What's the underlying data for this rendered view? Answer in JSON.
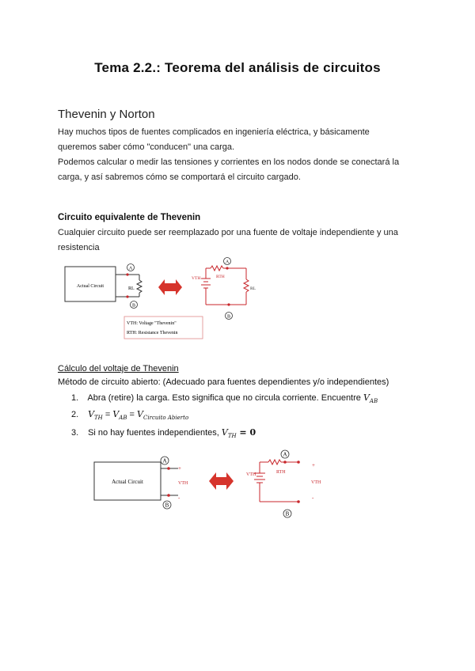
{
  "title": "Tema 2.2.: Teorema del análisis de circuitos",
  "section_heading": "Thevenin y Norton",
  "intro": {
    "line1": "Hay muchos tipos de fuentes complicados en ingeniería eléctrica, y básicamente",
    "line2": "queremos saber cómo \"conducen\" una carga.",
    "line3": "Podemos calcular o medir las tensiones y corrientes en los nodos donde se conectará la",
    "line4": "carga, y así sabremos cómo se comportará el circuito cargado."
  },
  "equivalent": {
    "heading": "Circuito equivalente de Thevenin",
    "line1": "Cualquier circuito puede ser reemplazado por una fuente de voltaje independiente y una",
    "line2": "resistencia"
  },
  "diagram1": {
    "box_label": "Actual Circuit",
    "load_label": "RL",
    "node_a": "A",
    "node_b": "B",
    "source_label": "VTH",
    "resistor_label": "RTH",
    "load_right": "RL",
    "legend1": "VTH: Voltage \"Thevenin\"",
    "legend2": "RTH: Resistance Thevenin"
  },
  "calc": {
    "heading": "Cálculo del voltaje de Thevenin",
    "method": "Método de circuito abierto: (Adecuado para fuentes dependientes y/o independientes)",
    "step1_num": "1.",
    "step1_text": "Abra (retire) la carga. Esto significa que no circula corriente. Encuentre ",
    "step1_var": "V",
    "step1_sub": "AB",
    "step2_num": "2.",
    "step2_v1": "V",
    "step2_s1": "TH",
    "step2_eq1": " = ",
    "step2_v2": "V",
    "step2_s2": "AB",
    "step2_eq2": " = ",
    "step2_v3": "V",
    "step2_s3": "Circuito Abierto",
    "step3_num": "3.",
    "step3_text": "Si no hay fuentes independientes, ",
    "step3_var": "V",
    "step3_sub": "TH",
    "step3_eq": " = 0"
  },
  "diagram2": {
    "box_label": "Actual Circuit",
    "node_a": "A",
    "node_b": "B",
    "vth_left": "VTH",
    "plus_left": "+",
    "minus_left": "-",
    "source_label": "VTH",
    "resistor_label": "RTH",
    "vth_right": "VTH",
    "plus_right": "+",
    "minus_right": "-"
  },
  "colors": {
    "red": "#c8262b",
    "arrow": "#d6342c"
  }
}
